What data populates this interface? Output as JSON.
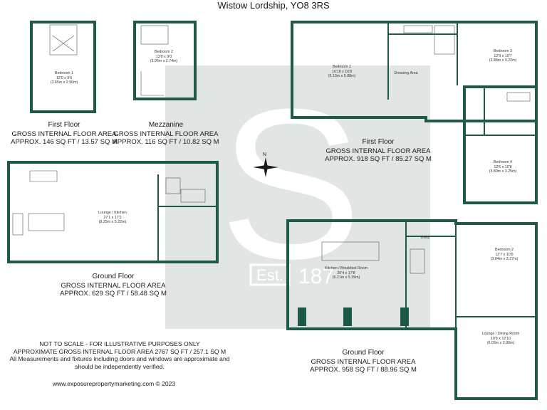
{
  "title": "Wistow Lordship, YO8 3RS",
  "watermark": {
    "letter": "S",
    "est": "Est.",
    "year": "187"
  },
  "compass": {
    "north": "N"
  },
  "colors": {
    "wall": "#1d5a4c",
    "watermark": "#d4dbd8",
    "window": "#ffffff"
  },
  "floors": {
    "first_small": {
      "name": "First Floor",
      "area_heading": "GROSS INTERNAL FLOOR AREA",
      "area": "APPROX. 146 SQ FT / 13.57 SQ M"
    },
    "mezzanine": {
      "name": "Mezzanine",
      "area_heading": "GROSS INTERNAL FLOOR AREA",
      "area": "APPROX. 116 SQ FT / 10.82 SQ M"
    },
    "first_main": {
      "name": "First Floor",
      "area_heading": "GROSS INTERNAL FLOOR AREA",
      "area": "APPROX. 918 SQ FT / 85.27 SQ M"
    },
    "ground_small": {
      "name": "Ground Floor",
      "area_heading": "GROSS INTERNAL FLOOR AREA",
      "area": "APPROX. 629 SQ FT / 58.48 SQ M"
    },
    "ground_main": {
      "name": "Ground Floor",
      "area_heading": "GROSS INTERNAL FLOOR AREA",
      "area": "APPROX. 958 SQ FT / 88.96 SQ M"
    }
  },
  "rooms": {
    "small_bedroom1": {
      "name": "Bedroom 1",
      "imperial": "12'0 x 9'6",
      "metric": "(3.65m x 2.90m)"
    },
    "mezz_bedroom2": {
      "name": "Bedroom 2",
      "imperial": "13'0 x 9'0",
      "metric": "(3.95m x 2.74m)"
    },
    "lounge_kitchen": {
      "name": "Lounge / Kitchen",
      "imperial": "27'1 x 17'2",
      "metric": "(8.25m x 5.22m)"
    },
    "main_bedroom1": {
      "name": "Bedroom 1",
      "imperial": "16'10 x 16'8",
      "metric": "(5.13m x 5.08m)"
    },
    "dressing_area": {
      "name": "Dressing Area"
    },
    "bedroom3": {
      "name": "Bedroom 3",
      "imperial": "12'9 x 10'7",
      "metric": "(3.88m x 3.22m)"
    },
    "bedroom4": {
      "name": "Bedroom 4",
      "imperial": "12'6 x 10'8",
      "metric": "(3.80m x 3.25m)"
    },
    "kitchen_breakfast": {
      "name": "Kitchen / Breakfast Room",
      "imperial": "20'4 x 17'8",
      "metric": "(6.21m x 5.39m)"
    },
    "utility": {
      "name": "Utility"
    },
    "bedroom2": {
      "name": "Bedroom 2",
      "imperial": "12'7 x 10'9",
      "metric": "(3.84m x 3.27m)"
    },
    "lounge_dining": {
      "name": "Lounge / Dining Room",
      "imperial": "19'9 x 12'10",
      "metric": "(6.03m x 3.90m)"
    }
  },
  "disclaimer": {
    "line1": "NOT TO SCALE - FOR ILLUSTRATIVE PURPOSES ONLY",
    "line2": "APPROXIMATE GROSS INTERNAL FLOOR AREA 2767 SQ FT / 257.1 SQ M",
    "line3": "All Measurements and fixtures including doors and windows are approximate and",
    "line4": "should be independently verified."
  },
  "website": "www.exposurepropertymarketing.com © 2023"
}
